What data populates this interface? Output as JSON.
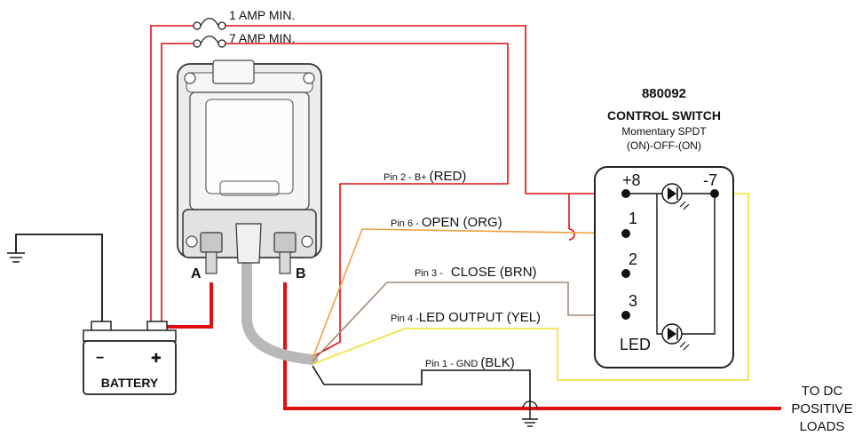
{
  "fuses": {
    "fuse1_label": "1 AMP MIN.",
    "fuse2_label": "7 AMP MIN."
  },
  "switch": {
    "part_number": "880092",
    "title": "CONTROL SWITCH",
    "subtitle_1": "Momentary SPDT",
    "subtitle_2": "(ON)-OFF-(ON)",
    "terminal_plus8": "+8",
    "terminal_minus7": "-7",
    "terminal_1": "1",
    "terminal_2": "2",
    "terminal_3": "3",
    "led_label": "LED"
  },
  "wires": {
    "pin2_prefix": "Pin 2 - B+ ",
    "pin2_color": "(RED)",
    "pin6_prefix": "Pin 6 - ",
    "pin6_name": "OPEN (ORG)",
    "pin3_prefix": "Pin 3 - ",
    "pin3_name": "CLOSE (BRN)",
    "pin4_prefix": "Pin 4 -",
    "pin4_name": "LED OUTPUT (YEL)",
    "pin1_prefix": "Pin 1 - GND ",
    "pin1_color": "(BLK)"
  },
  "relay": {
    "terminal_a": "A",
    "terminal_b": "B"
  },
  "battery": {
    "label": "BATTERY",
    "minus_symbol": "−",
    "plus_symbol": "✚"
  },
  "loads": {
    "line1": "TO DC",
    "line2": "POSITIVE",
    "line3": "LOADS"
  },
  "colors": {
    "red_wire": "#e01010",
    "orange_wire": "#f0a040",
    "brown_wire": "#a08878",
    "yellow_wire": "#f2e030",
    "black_wire": "#111111",
    "cable_gray": "#b8b8b8"
  }
}
